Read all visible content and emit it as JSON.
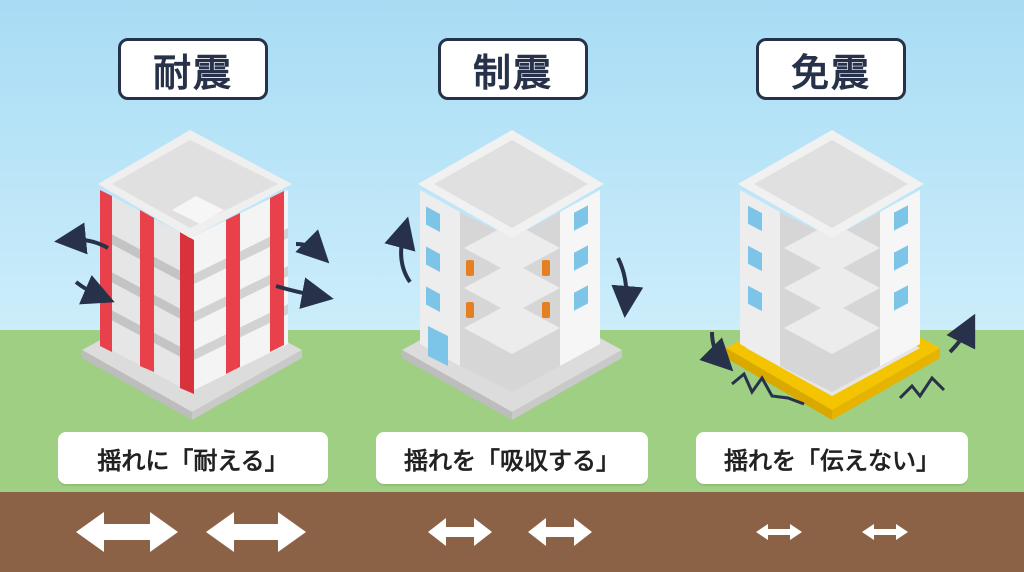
{
  "panels": [
    {
      "title": "耐震",
      "caption": "揺れに「耐える」"
    },
    {
      "title": "制震",
      "caption": "揺れを「吸収する」"
    },
    {
      "title": "免震",
      "caption": "揺れを「伝えない」"
    }
  ],
  "colors": {
    "sky": "#bfe6f8",
    "grass": "#9fcf82",
    "soil": "#8c6247",
    "border": "#27324a",
    "pillar": "#e8414b",
    "damper": "#e67e22",
    "isolator": "#f5c400",
    "arrow": "#ffffff"
  },
  "icons": [
    "double-arrow-icon",
    "curved-arrow-icon",
    "zigzag-icon"
  ]
}
